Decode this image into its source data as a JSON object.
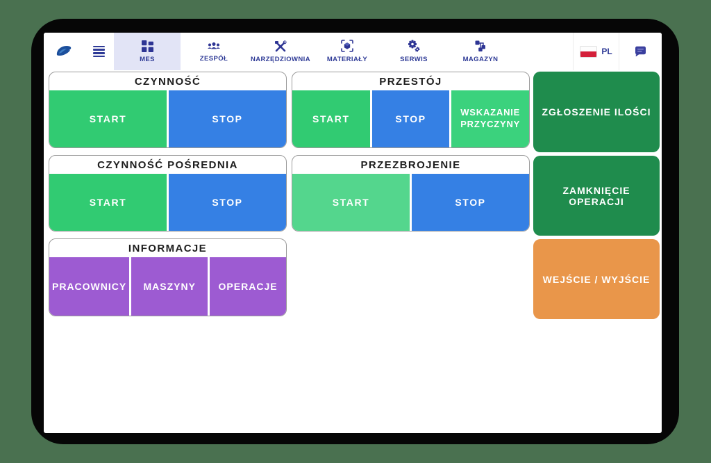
{
  "app": {
    "background_color": "#4a7150",
    "frame": "black tablet bezel"
  },
  "nav": {
    "logo_icon": "brand-swoosh",
    "menu_icon": "hamburger",
    "tabs": [
      {
        "label": "MES",
        "icon": "dashboard-icon",
        "active": true
      },
      {
        "label": "ZESPÓŁ",
        "icon": "team-icon",
        "active": false
      },
      {
        "label": "NARZĘDZIOWNIA",
        "icon": "tools-icon",
        "active": false
      },
      {
        "label": "MATERIAŁY",
        "icon": "materials-box-scan-icon",
        "active": false
      },
      {
        "label": "SERWIS",
        "icon": "gears-icon",
        "active": false
      },
      {
        "label": "MAGAZYN",
        "icon": "warehouse-nodes-icon",
        "active": false
      }
    ],
    "language": {
      "code": "PL",
      "flag": "poland"
    },
    "chat_icon": "chat-bubble"
  },
  "panels": [
    {
      "title": "CZYNNOŚĆ",
      "buttons": [
        {
          "label": "START",
          "color": "#31cb72"
        },
        {
          "label": "STOP",
          "color": "#3580e4"
        }
      ]
    },
    {
      "title": "PRZESTÓJ",
      "buttons": [
        {
          "label": "START",
          "color": "#31cb72"
        },
        {
          "label": "STOP",
          "color": "#3580e4"
        },
        {
          "label": "WSKAZANIE PRZYCZYNY",
          "color": "#3bd27d"
        }
      ]
    },
    {
      "title": "CZYNNOŚĆ POŚREDNIA",
      "buttons": [
        {
          "label": "START",
          "color": "#31cb72"
        },
        {
          "label": "STOP",
          "color": "#3580e4"
        }
      ]
    },
    {
      "title": "PRZEZBROJENIE",
      "buttons": [
        {
          "label": "START",
          "color": "#54d68d"
        },
        {
          "label": "STOP",
          "color": "#3580e4"
        }
      ]
    },
    {
      "title": "INFORMACJE",
      "buttons": [
        {
          "label": "PRACOWNICY",
          "color": "#9d5bd2"
        },
        {
          "label": "MASZYNY",
          "color": "#9d5bd2"
        },
        {
          "label": "OPERACJE",
          "color": "#9d5bd2"
        }
      ]
    }
  ],
  "side_buttons": [
    {
      "label": "ZGŁOSZENIE ILOŚCI",
      "color": "#1f8c4d"
    },
    {
      "label": "ZAMKNIĘCIE OPERACJI",
      "color": "#1f8c4d"
    },
    {
      "label": "WEJŚCIE / WYJŚCIE",
      "color": "#e9964a"
    }
  ],
  "colors": {
    "nav_text": "#2e3a96",
    "active_tab_background": "#e2e4f6",
    "flag_red": "#d4203a",
    "panel_border": "#9b9b9b",
    "panel_header_text": "#1d1d1d"
  }
}
